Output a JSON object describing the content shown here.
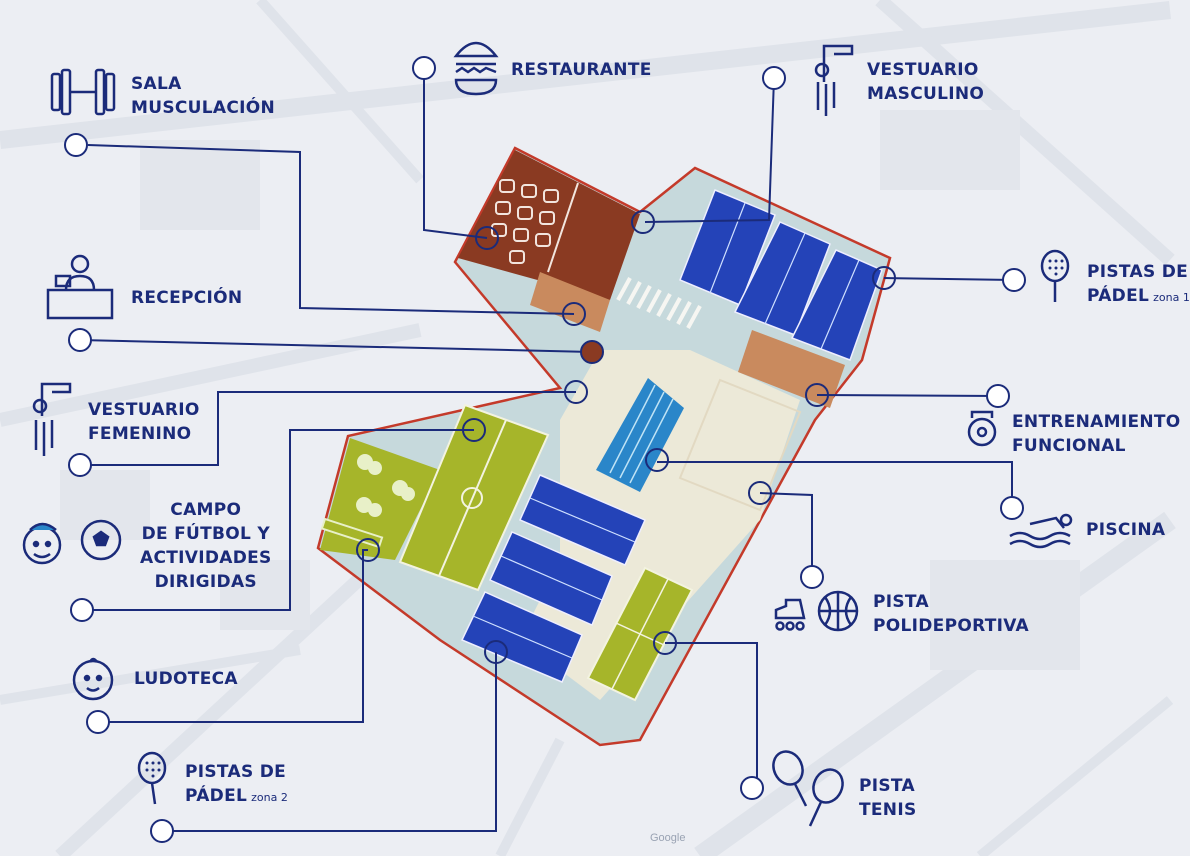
{
  "labels": {
    "sala": "SALA\nMUSCULACIÓN",
    "restaurante": "RESTAURANTE",
    "vest_masc": "VESTUARIO\nMASCULINO",
    "padel1": "PISTAS DE\nPÁDEL",
    "padel1_zone": "zona 1",
    "recepcion": "RECEPCIÓN",
    "vest_fem": "VESTUARIO\nFEMENINO",
    "entrenamiento": "ENTRENAMIENTO\nFUNCIONAL",
    "campo": "CAMPO\nDE FÚTBOL Y\nACTIVIDADES\nDIRIGIDAS",
    "piscina": "PISCINA",
    "polideportiva": "PISTA\nPOLIDEPORTIVA",
    "ludoteca": "LUDOTECA",
    "padel2": "PISTAS DE\nPÁDEL",
    "padel2_zone": "zona 2",
    "tenis": "PISTA\nTENIS"
  },
  "watermark": "Google",
  "colors": {
    "navy": "#1b2b7a",
    "court_blue": "#2443b8",
    "lime": "#a6b52a",
    "restaurant": "#8a3a22",
    "tan": "#c98a5e",
    "pool": "#2a86c9",
    "plaza": "#a8c6cc",
    "outline": "#c43a2a"
  },
  "icons": [
    "dumbbell-icon",
    "burger-icon",
    "shower-icon",
    "padel-racket-icon",
    "reception-desk-icon",
    "kettlebell-icon",
    "kid-face-icon",
    "soccer-ball-icon",
    "swimmer-icon",
    "rollerblade-icon",
    "basketball-icon",
    "baby-face-icon",
    "tennis-rackets-icon"
  ]
}
